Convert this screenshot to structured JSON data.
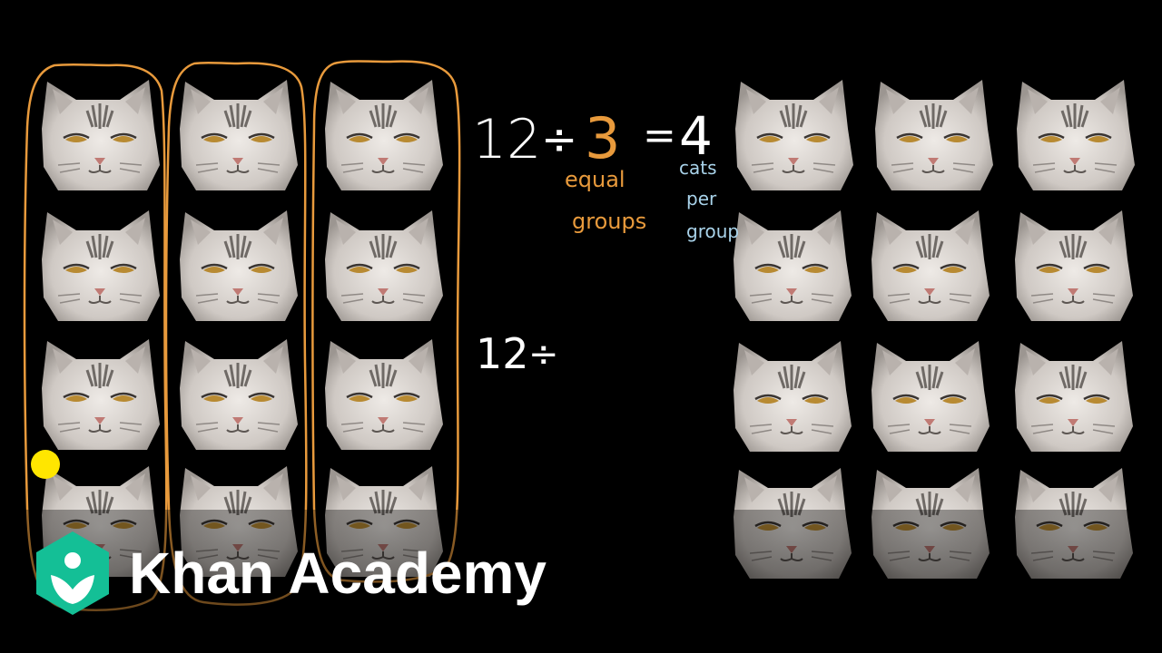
{
  "board": {
    "equation_top": {
      "dividend": "12",
      "operator": "÷",
      "divisor": "3",
      "equals": "=",
      "quotient": "4"
    },
    "divisor_note_line1": "equal",
    "divisor_note_line2": "groups",
    "quotient_note_line1": "cats",
    "quotient_note_line2": "per",
    "quotient_note_line3": "group",
    "equation_bottom": {
      "dividend": "12",
      "operator": "÷"
    }
  },
  "colors": {
    "background": "#000000",
    "ink_white": "#ffffff",
    "ink_orange": "#e89a3c",
    "ink_blue": "#a9d3ea",
    "cursor": "#ffe600",
    "brand_green": "#14bf96"
  },
  "cat_grid_left": {
    "rows": 4,
    "columns": 3,
    "grouped_by": "column"
  },
  "cat_grid_right": {
    "rows": 4,
    "columns": 3
  },
  "watermark": {
    "text": "Khan Academy",
    "logo_icon": "khan-academy-hexagon-icon"
  }
}
